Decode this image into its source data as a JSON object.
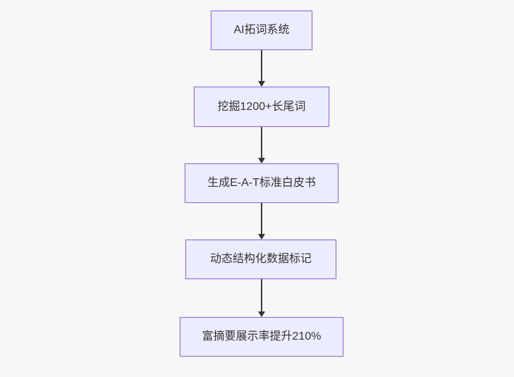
{
  "diagram": {
    "type": "flowchart",
    "direction": "top-down",
    "colors": {
      "background": "#f7f7f7",
      "node_fill": "#ECECFF",
      "node_border": "#9370DB",
      "text": "#333333",
      "arrow": "#333333"
    },
    "nodes": [
      {
        "id": "step-1",
        "label": "AI拓词系统"
      },
      {
        "id": "step-2",
        "label": "挖掘1200+长尾词"
      },
      {
        "id": "step-3",
        "label": "生成E-A-T标准白皮书"
      },
      {
        "id": "step-4",
        "label": "动态结构化数据标记"
      },
      {
        "id": "step-5",
        "label": "富摘要展示率提升210%"
      }
    ],
    "edges": [
      {
        "from": "step-1",
        "to": "step-2"
      },
      {
        "from": "step-2",
        "to": "step-3"
      },
      {
        "from": "step-3",
        "to": "step-4"
      },
      {
        "from": "step-4",
        "to": "step-5"
      }
    ]
  }
}
